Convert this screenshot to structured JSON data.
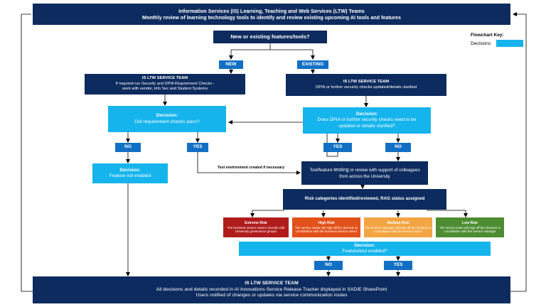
{
  "header": {
    "title": "Information Services (IS) Learning, Teaching and Web Services (LTW) Teams",
    "subtitle": "Monthly review of learning technology tools to identify and review existing upcoming AI tools and features"
  },
  "start_question": "New or existing features/tools?",
  "key": {
    "title": "Flowchart Key:",
    "decisions_label": "Decisions",
    "decisions_color": "#16b4ec"
  },
  "branch": {
    "new": "NEW",
    "existing": "EXISTING"
  },
  "new_team": {
    "title": "IS LTW SERVICE TEAM",
    "line1": "If required run Security and DPIA Requirement Checks -",
    "line2": "work with vendor, Info Sec and Student Systems"
  },
  "existing_team": {
    "title": "IS LTW SERVICE TEAM",
    "line1": "DPIA or further security checks updated/details clarified"
  },
  "decision_checks": {
    "title": "Decision:",
    "question": "Did requirement checks pass?"
  },
  "decision_dpia": {
    "title": "Decision:",
    "line1": "Does DPIA or further security checks need to be",
    "line2": "updated or details clarified?"
  },
  "answers": {
    "no": "NO",
    "yes": "YES"
  },
  "not_enabled": {
    "title": "Decision:",
    "text": "Feature not enabled"
  },
  "test_env_label": "Test environment created if necessary",
  "testing": {
    "text_before": "Tool/feature ",
    "text_emph": "testing",
    "text_after": " or review with support of colleagues",
    "line2": "from across the University"
  },
  "risk_assigned": "Risk categories identified/reviewed, RAG status assigned",
  "risks": [
    {
      "title": "Extreme Risk",
      "text": "The business service owner consults with University governance groups",
      "color": "#b01c1c"
    },
    {
      "title": "High Risk",
      "text": "The service owner will sign-off the decision in consultation with the business service owner",
      "color": "#e2511a"
    },
    {
      "title": "Medium Risk",
      "text": "The service manager will sign-off the decision in consultation with the service owner",
      "color": "#f2a542"
    },
    {
      "title": "Low Risk",
      "text": "The service team will sign-off the decision in consultation with the service manager",
      "color": "#4e8c32"
    }
  ],
  "decision_enable": {
    "title": "Decision:",
    "question": "Feature/tool enabled?"
  },
  "final": {
    "title": "IS LTW SERVICE TEAM",
    "line1": "All decisions and details recorded in AI Innovations Service Release Tracker displayed in SADIE SharePoint",
    "line2": "Users notified of changes or updates via service communication routes"
  }
}
